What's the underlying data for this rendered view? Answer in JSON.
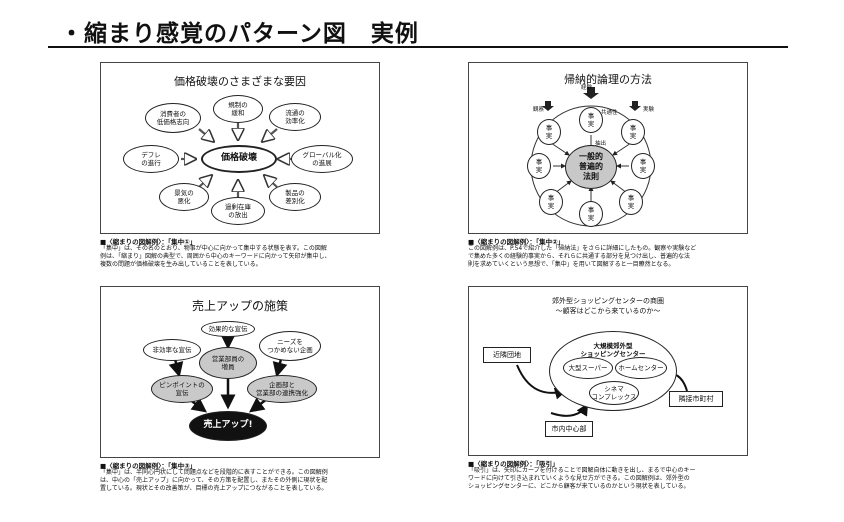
{
  "page": {
    "title": "・縮まり感覚のパターン図　実例"
  },
  "panel1": {
    "title": "価格破壊のさまざまな要因",
    "center": "価格破壊",
    "nodes": [
      "規制の\n緩和",
      "流通の\n効率化",
      "グローバル化\nの進展",
      "製品の\n差別化",
      "過剰在庫\nの放出",
      "景気の\n悪化",
      "デフレ\nの進行",
      "消費者の\n低価格志向"
    ],
    "caption_head": "■〈縮まりの図解例〉：「集中①」",
    "caption": "「集中」は、その名のとおり、物事が中心に向かって集中する状態を表す。この図解\n例は、「縮まり」図解の典型で、周囲から中心のキーワードに向かって矢印が集中し、\n複数の問題が価格破壊を生み出していることを表している。"
  },
  "panel2": {
    "title": "帰納的論理の方法",
    "center": "一般的\n普遍的\n法則",
    "node_label": "事\n実",
    "side_left": "観察",
    "side_right": "実験",
    "top_label": "経験",
    "mid_label": "共通性",
    "inner_label": "抽出",
    "caption_head": "■〈縮まりの図解例〉：「集中②」",
    "caption": "この図解例は、P.54で紹介した「帰納法」をさらに詳細にしたもの。観察や実験など\nで集めた多くの経験的事実から、それらに共通する部分を見つけ出し、普遍的な法\n則を求めていくという思想で、「集中」を用いて図解すると一目瞭然となる。"
  },
  "panel3": {
    "title": "売上アップの施策",
    "top": "効果的な宣伝",
    "mid": "営業部員の\n増員",
    "left_top": "非効率な宣伝",
    "right_top": "ニーズを\nつかめない企画",
    "left_bottom": "ピンポイントの\n宣伝",
    "right_bottom": "企画部と\n営業部の連携強化",
    "goal": "売上アップ!",
    "caption_head": "■〈縮まりの図解例〉：「集中③」",
    "caption": "「集中」は、半同心円状にして問題点などを段階的に表すことができる。この図解例\nは、中心の「売上アップ」に向かって、その方策を配置し、またその外側に現状を配\n置している。現状とその改善策が、目標の売上アップにつながることを表している。"
  },
  "panel4": {
    "title": "郊外型ショッピングセンターの商圏\n～顧客はどこから来ているのか～",
    "big_oval": "大規模郊外型\nショッピングセンター",
    "inner1": "大型スーパー",
    "inner2": "ホームセンター",
    "inner3": "シネマ\nコンプレックス",
    "box1": "近隣団地",
    "box2": "隣接市町村",
    "box3": "市内中心部",
    "caption_head": "■〈縮まりの図解例〉：「吸引」",
    "caption": "「吸引」は、矢印にカーブを付けることで図解自体に動きを出し、まるで中心のキー\nワードに向けて引き込まれていくような見せ方ができる。この図解例は、郊外型の\nショッピングセンターに、どこから顧客が来ているのかという現状を表している。"
  }
}
